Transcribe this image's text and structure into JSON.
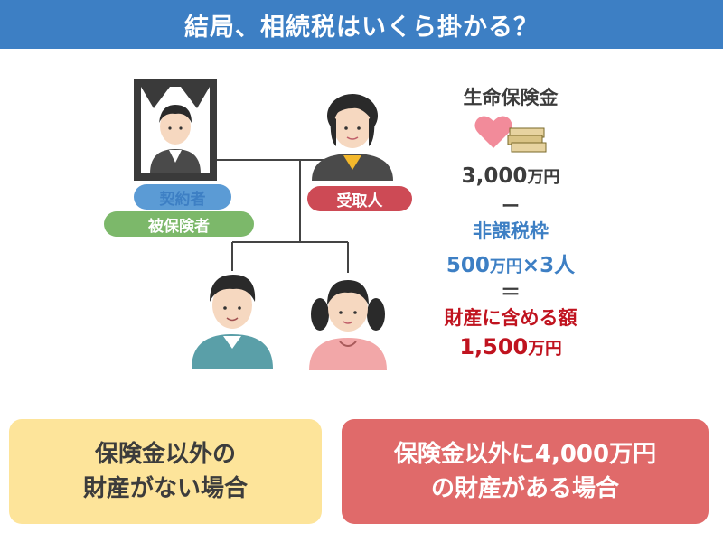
{
  "header": {
    "title": "結局、相続税はいくら掛かる？"
  },
  "labels": {
    "contractor": "契約者",
    "insured": "被保険者",
    "beneficiary": "受取人"
  },
  "calc": {
    "title": "生命保険金",
    "amount_num": "3,000",
    "amount_unit": "万円",
    "minus": "ー",
    "exempt_title": "非課税枠",
    "exempt_num": "500",
    "exempt_unit": "万円",
    "exempt_mult": "×3人",
    "equals": "＝",
    "included_title": "財産に含める額",
    "included_num": "1,500",
    "included_unit": "万円"
  },
  "boxes": {
    "left_line1": "保険金以外の",
    "left_line2": "財産がない場合",
    "right_line1": "保険金以外に4,000万円",
    "right_line2": "の財産がある場合"
  },
  "colors": {
    "header": "#3d7fc4",
    "contractor_pill": "#5b9bd5",
    "insured_pill": "#7cb86a",
    "beneficiary_pill": "#cd4a55",
    "left_box": "#fde49a",
    "right_box": "#e06a6a",
    "included_text": "#c0131f"
  }
}
